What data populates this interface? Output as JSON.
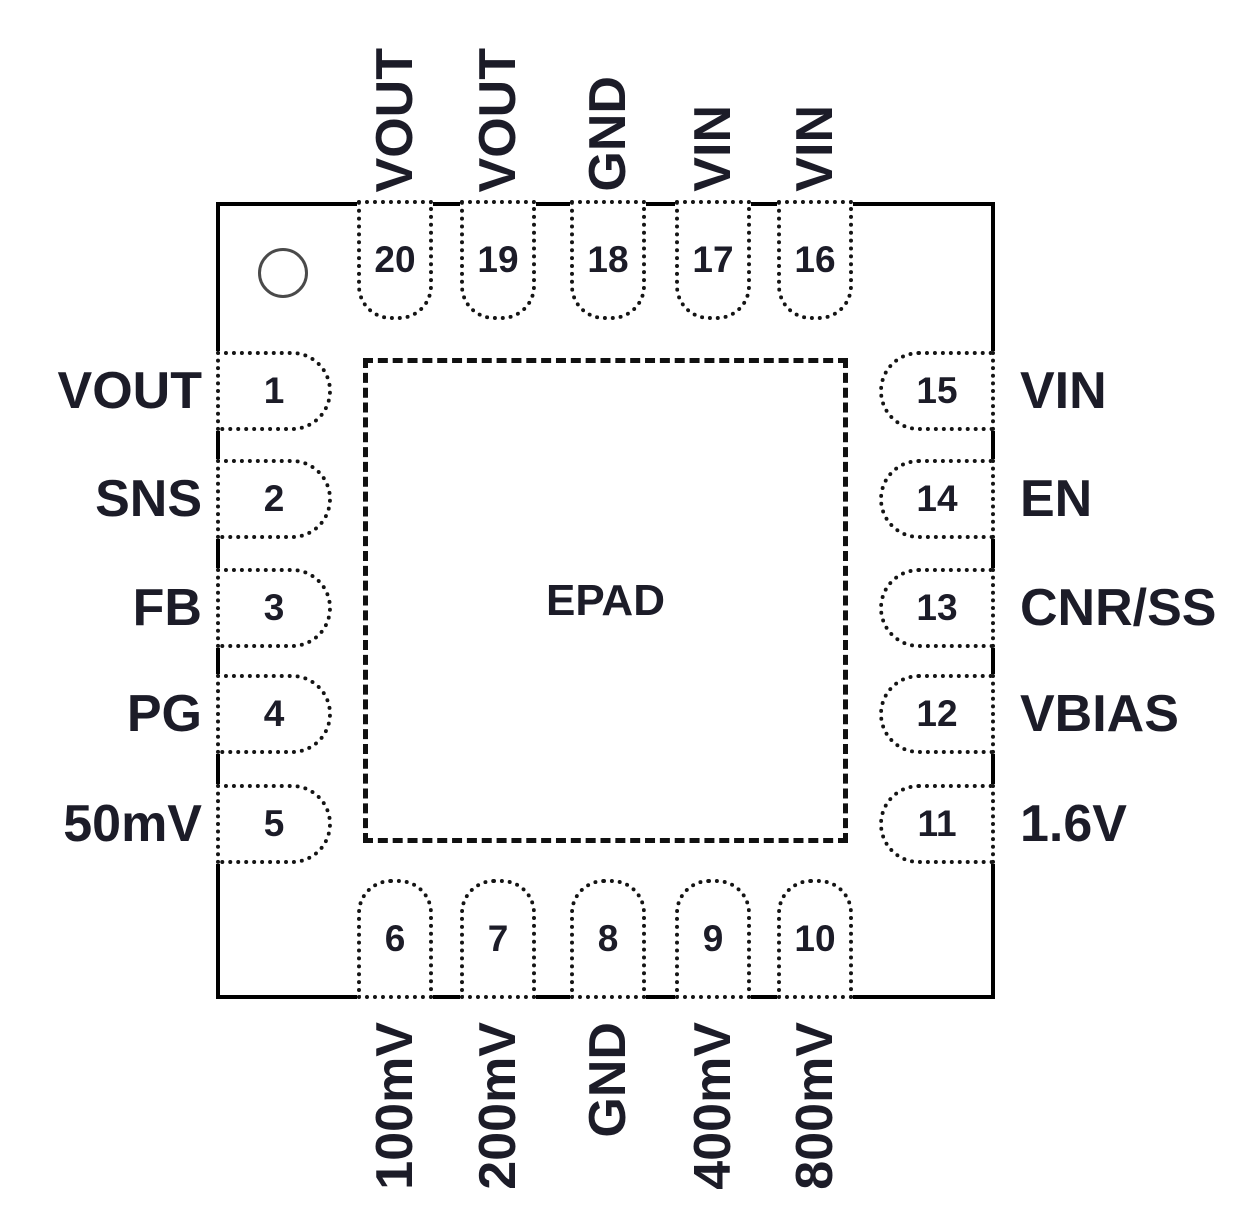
{
  "colors": {
    "package_outline": "#000000",
    "pad_outline": "#141414",
    "text": "#1c1c28"
  },
  "package": {
    "epad_label": "EPAD",
    "pins": {
      "top": [
        {
          "number": "20",
          "name": "VOUT"
        },
        {
          "number": "19",
          "name": "VOUT"
        },
        {
          "number": "18",
          "name": "GND"
        },
        {
          "number": "17",
          "name": "VIN"
        },
        {
          "number": "16",
          "name": "VIN"
        }
      ],
      "left": [
        {
          "number": "1",
          "name": "VOUT"
        },
        {
          "number": "2",
          "name": "SNS"
        },
        {
          "number": "3",
          "name": "FB"
        },
        {
          "number": "4",
          "name": "PG"
        },
        {
          "number": "5",
          "name": "50mV"
        }
      ],
      "right": [
        {
          "number": "15",
          "name": "VIN"
        },
        {
          "number": "14",
          "name": "EN"
        },
        {
          "number": "13",
          "name": "CNR/SS"
        },
        {
          "number": "12",
          "name": "VBIAS"
        },
        {
          "number": "11",
          "name": "1.6V"
        }
      ],
      "bottom": [
        {
          "number": "6",
          "name": "100mV"
        },
        {
          "number": "7",
          "name": "200mV"
        },
        {
          "number": "8",
          "name": "GND"
        },
        {
          "number": "9",
          "name": "400mV"
        },
        {
          "number": "10",
          "name": "800mV"
        }
      ]
    }
  }
}
